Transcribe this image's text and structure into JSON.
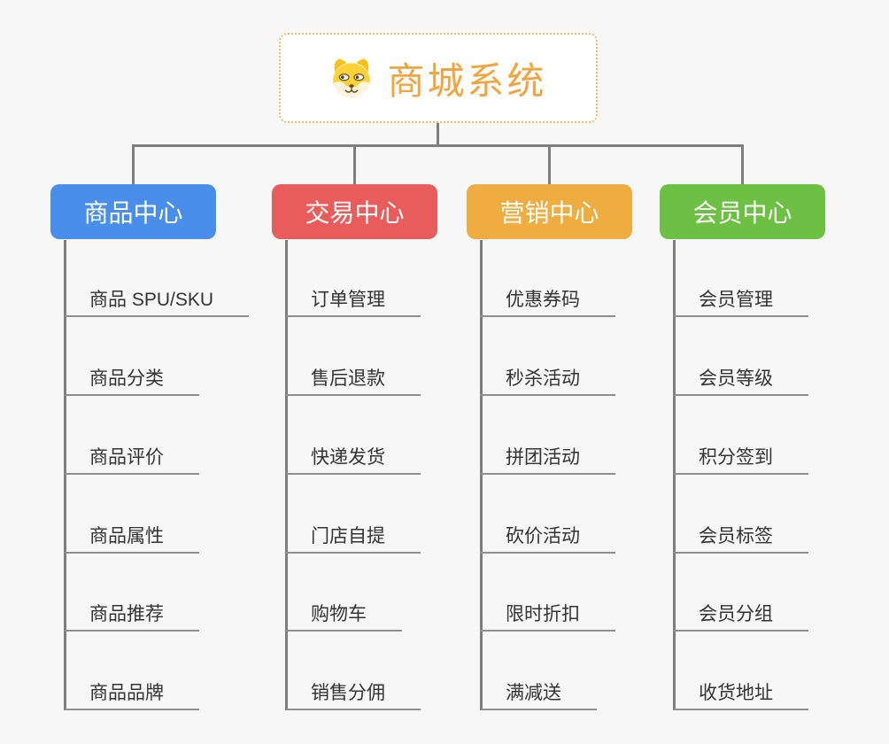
{
  "root": {
    "title": "商城系统",
    "icon": "shiba-dog-icon"
  },
  "branches": [
    {
      "label": "商品中心",
      "color": "#4A8EEC",
      "items": [
        "商品 SPU/SKU",
        "商品分类",
        "商品评价",
        "商品属性",
        "商品推荐",
        "商品品牌"
      ]
    },
    {
      "label": "交易中心",
      "color": "#E85C5C",
      "items": [
        "订单管理",
        "售后退款",
        "快递发货",
        "门店自提",
        "购物车",
        "销售分佣"
      ]
    },
    {
      "label": "营销中心",
      "color": "#EFAC41",
      "items": [
        "优惠券码",
        "秒杀活动",
        "拼团活动",
        "砍价活动",
        "限时折扣",
        "满减送"
      ]
    },
    {
      "label": "会员中心",
      "color": "#6CC044",
      "items": [
        "会员管理",
        "会员等级",
        "积分签到",
        "会员标签",
        "会员分组",
        "收货地址"
      ]
    }
  ],
  "colors": {
    "background": "#F7F7F7",
    "connector_line": "#7E7E7E",
    "leaf_underline": "#8F8F8F",
    "leaf_text": "#333333",
    "node_text": "#FFFFFF",
    "root_text": "#F0A541",
    "root_border": "#F3BC62",
    "root_background": "#FFFFFF"
  }
}
